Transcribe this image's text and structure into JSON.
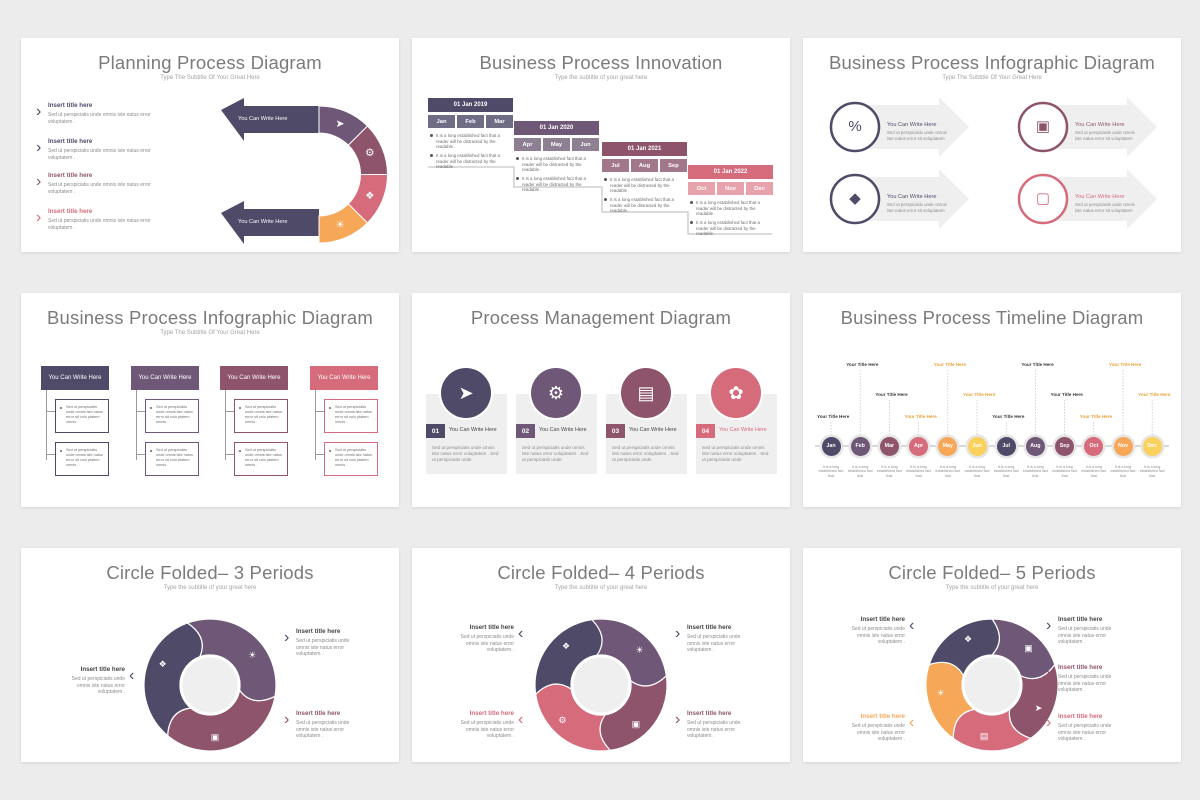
{
  "colors": {
    "navy": "#4e4a68",
    "plum": "#6f5877",
    "berry": "#8e546c",
    "rose": "#d56b7b",
    "orange": "#f6a757",
    "yellow": "#fbd15d",
    "grey": "#ededed",
    "text": "#7b7b7b"
  },
  "s1": {
    "title": "Planning Process Diagram",
    "subtitle": "Type The Subtitle Of Your Great Here",
    "items": [
      {
        "head": "Insert title here",
        "body": "Sed ut perspiciatis unde omnis iste natus error voluptatem ."
      },
      {
        "head": "Insert title here",
        "body": "Sed ut perspiciatis unde omnis iste natus error voluptatem ."
      },
      {
        "head": "Insert title here",
        "body": "Sed ut perspiciatis unde omnis iste natus error voluptatem ."
      },
      {
        "head": "Insert title here",
        "body": "Sed ut perspiciatis unde omnis iste natus error voluptatem ."
      }
    ],
    "arrow_top": "You Can Write Here",
    "arrow_bottom": "You Can Write Here",
    "icons": [
      "rocket-icon",
      "gear-icon",
      "puzzle-icon",
      "lightbulb-icon"
    ]
  },
  "s2": {
    "title": "Business Process Innovation",
    "subtitle": "Type the subtitle of your great here",
    "steps": [
      {
        "date": "01 Jan 2019",
        "months": [
          "Jan",
          "Feb",
          "Mar"
        ],
        "b1": "It is a long established fact that a reader will be distracted by the readable .",
        "b2": "It is a long established fact that a reader will be distracted by the readable ."
      },
      {
        "date": "01 Jan 2020",
        "months": [
          "Apr",
          "May",
          "Jun"
        ],
        "b1": "It is a long established fact that a reader will be distracted by the readable .",
        "b2": "It is a long established fact that a reader will be distracted by the readable ."
      },
      {
        "date": "01 Jan 2021",
        "months": [
          "Jul",
          "Aug",
          "Sep"
        ],
        "b1": "It is a long established fact that a reader will be distracted by the readable .",
        "b2": "It is a long established fact that a reader will be distracted by the readable ."
      },
      {
        "date": "01 Jan 2022",
        "months": [
          "Oct",
          "Nov",
          "Dec"
        ],
        "b1": "It is a long established fact that a reader will be distracted by the readable .",
        "b2": "It is a long established fact that a reader will be distracted by the readable ."
      }
    ]
  },
  "s3": {
    "title": "Business Process Infographic Diagram",
    "subtitle": "Type The Subtitle Of Your Great Here",
    "items": [
      {
        "head": "You Can Write Here",
        "body": "Sed ut perspiciatis unde omnis iste natus error sit voluptatem",
        "icon": "hands-percent-icon"
      },
      {
        "head": "You Can Write Here",
        "body": "Sed ut perspiciatis unde omnis iste natus error sit voluptatem",
        "icon": "monitor-chart-icon"
      },
      {
        "head": "You Can Write Here",
        "body": "Sed ut perspiciatis unde omnis iste natus error sit voluptatem",
        "icon": "megaphone-icon"
      },
      {
        "head": "You Can Write Here",
        "body": "Sed ut perspiciatis unde omnis iste natus error sit voluptatem",
        "icon": "monitor-bulb-icon"
      }
    ]
  },
  "s4": {
    "title": "Business Process Infographic Diagram",
    "subtitle": "Type The Subtitle Of Your Great Here",
    "headers": [
      "You Can Write Here",
      "You Can Write Here",
      "You Can Write Here",
      "You Can Write Here"
    ],
    "box_text": "Sed ut perspiciatis unde omnis iste natus error sit volu ptatem omnis ."
  },
  "s5": {
    "title": "Process Management Diagram",
    "cards": [
      {
        "num": "01",
        "head": "You Can Write Here",
        "body": "Sed ut perspiciatis unde omnis iste natus error voluptatem . Sed ut perspiciatis unde",
        "icon": "rocket-icon"
      },
      {
        "num": "02",
        "head": "You Can Write Here",
        "body": "Sed ut perspiciatis unde omnis iste natus error voluptatem . Sed ut perspiciatis unde",
        "icon": "gear-people-icon"
      },
      {
        "num": "03",
        "head": "You Can Write Here",
        "body": "Sed ut perspiciatis unde omnis iste natus error voluptatem . Sed ut perspiciatis unde",
        "icon": "shopping-bag-icon"
      },
      {
        "num": "04",
        "head": "You Can Write Here",
        "body": "Sed ut perspiciatis unde omnis iste natus error voluptatem . Sed ut perspiciatis unde",
        "icon": "brain-gear-icon"
      }
    ]
  },
  "s6": {
    "title": "Business Process Timeline Diagram",
    "label": "Your Title Here",
    "node_text": "It is a long established fact that",
    "months": [
      "Jan",
      "Feb",
      "Mar",
      "Apr",
      "May",
      "Jun",
      "Jul",
      "Aug",
      "Sep",
      "Oct",
      "Nov",
      "Dec"
    ]
  },
  "s7": {
    "title": "Circle Folded– 3 Periods",
    "subtitle": "Type the subtitle of your great here",
    "items": [
      {
        "head": "Insert title here",
        "body": "Sed ut perspiciatis unde omnis iste natus error voluptatem ."
      },
      {
        "head": "Insert title here",
        "body": "Sed ut perspiciatis unde omnis iste natus error voluptatem ."
      },
      {
        "head": "Insert title here",
        "body": "Sed ut perspiciatis unde omnis iste natus error voluptatem ."
      }
    ]
  },
  "s8": {
    "title": "Circle Folded– 4 Periods",
    "subtitle": "Type the subtitle of your great here",
    "items": [
      {
        "head": "Insert title here",
        "body": "Sed ut perspiciatis unde omnis iste natus error voluptatem ."
      },
      {
        "head": "Insert title here",
        "body": "Sed ut perspiciatis unde omnis iste natus error voluptatem ."
      },
      {
        "head": "Insert title here",
        "body": "Sed ut perspiciatis unde omnis iste natus error voluptatem ."
      },
      {
        "head": "Insert title here",
        "body": "Sed ut perspiciatis unde omnis iste natus error voluptatem ."
      }
    ]
  },
  "s9": {
    "title": "Circle Folded– 5 Periods",
    "subtitle": "Type the subtitle of your great here",
    "items": [
      {
        "head": "Insert title here",
        "body": "Sed ut perspiciatis unde omnis iste natus error voluptatem ."
      },
      {
        "head": "Insert title here",
        "body": "Sed ut perspiciatis unde omnis iste natus error voluptatem ."
      },
      {
        "head": "Insert title here",
        "body": "Sed ut perspiciatis unde omnis iste natus error voluptatem ."
      },
      {
        "head": "Insert title here",
        "body": "Sed ut perspiciatis unde omnis iste natus error voluptatem ."
      },
      {
        "head": "Insert title here",
        "body": "Sed ut perspiciatis unde omnis iste natus error voluptatem ."
      }
    ]
  }
}
